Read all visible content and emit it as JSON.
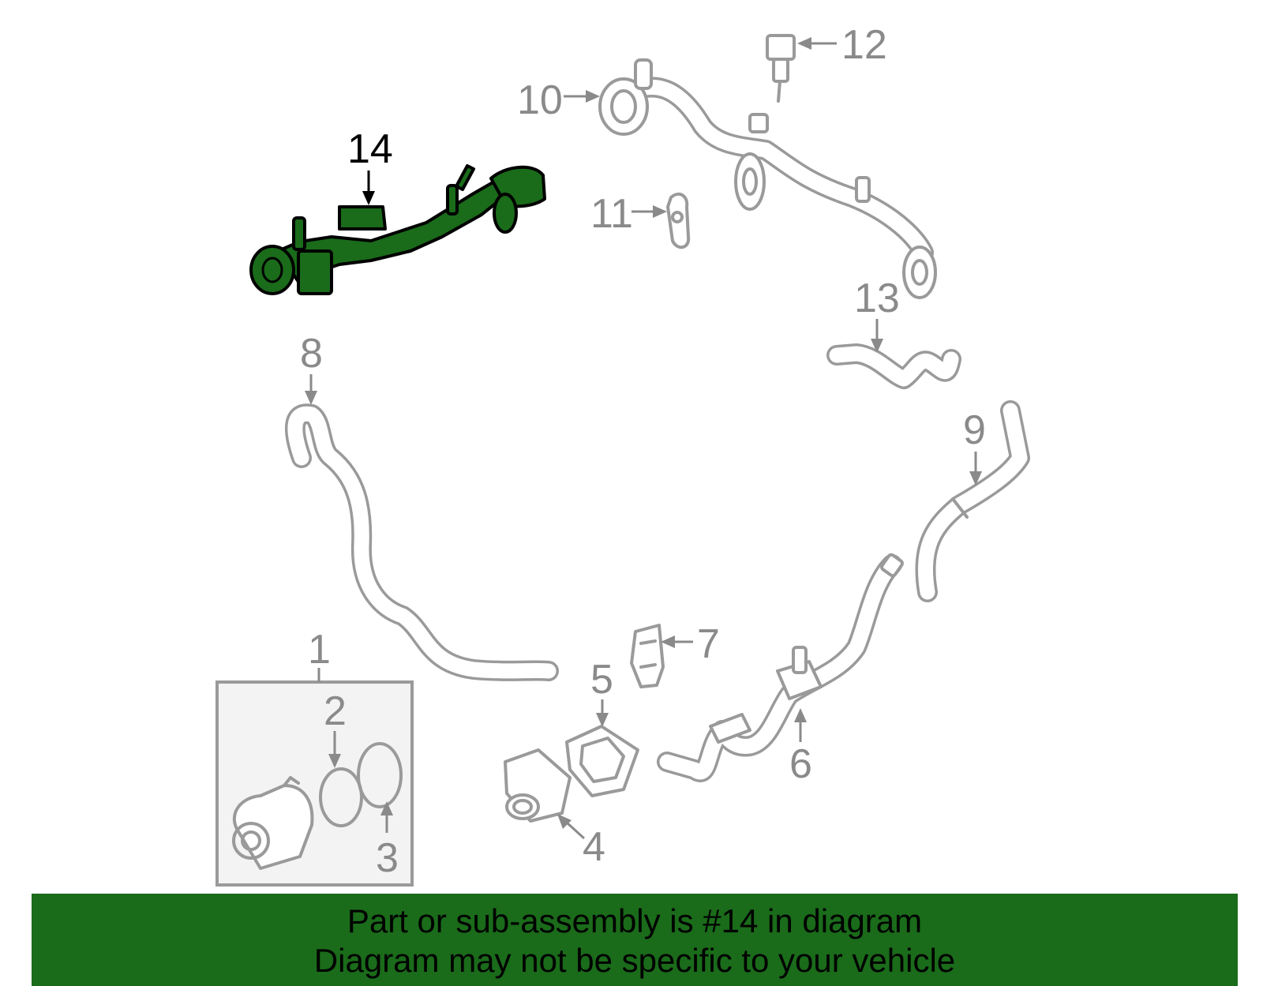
{
  "callouts": {
    "c1": "1",
    "c2": "2",
    "c3": "3",
    "c4": "4",
    "c5": "5",
    "c6": "6",
    "c7": "7",
    "c8": "8",
    "c9": "9",
    "c10": "10",
    "c11": "11",
    "c12": "12",
    "c13": "13",
    "c14": "14"
  },
  "highlighted_part": "14",
  "colors": {
    "highlight": "#1a6b1a",
    "banner": "#1a6b1a",
    "line_art": "#9a9a9a",
    "callout_text": "#8a8a8a"
  },
  "banner": {
    "line1": "Part or sub-assembly is #14 in diagram",
    "line2": "Diagram may not be specific to your vehicle"
  }
}
